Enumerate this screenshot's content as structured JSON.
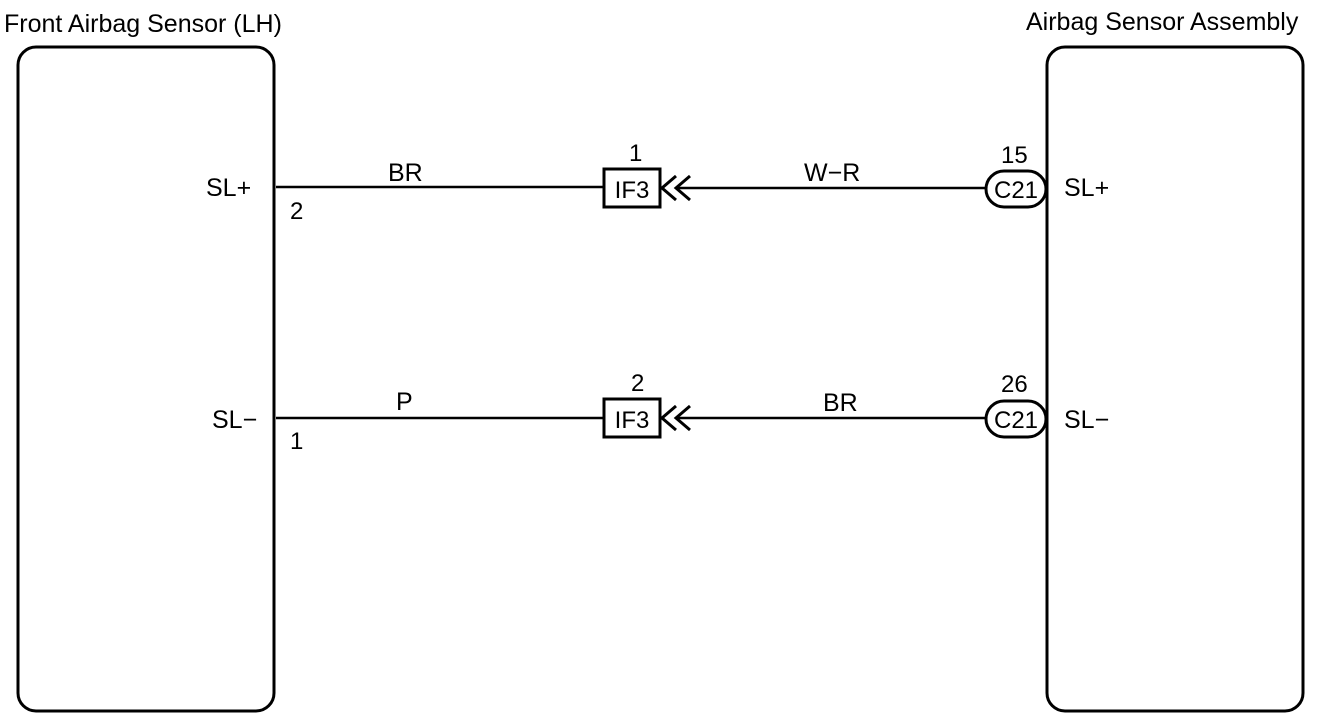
{
  "components": {
    "left": {
      "title": "Front Airbag Sensor (LH)",
      "pins": [
        {
          "label": "SL+",
          "number": "2"
        },
        {
          "label": "SL−",
          "number": "1"
        }
      ]
    },
    "right": {
      "title": "Airbag Sensor Assembly",
      "pins": [
        {
          "label": "SL+"
        },
        {
          "label": "SL−"
        }
      ]
    }
  },
  "circuits": [
    {
      "left_wire_color": "BR",
      "junction": {
        "connector": "IF3",
        "pin": "1"
      },
      "right_wire_color": "W−R",
      "right_connector": {
        "id": "C21",
        "pin": "15"
      }
    },
    {
      "left_wire_color": "P",
      "junction": {
        "connector": "IF3",
        "pin": "2"
      },
      "right_wire_color": "BR",
      "right_connector": {
        "id": "C21",
        "pin": "26"
      }
    }
  ],
  "colors": {
    "line": "#000000",
    "background": "#ffffff"
  }
}
